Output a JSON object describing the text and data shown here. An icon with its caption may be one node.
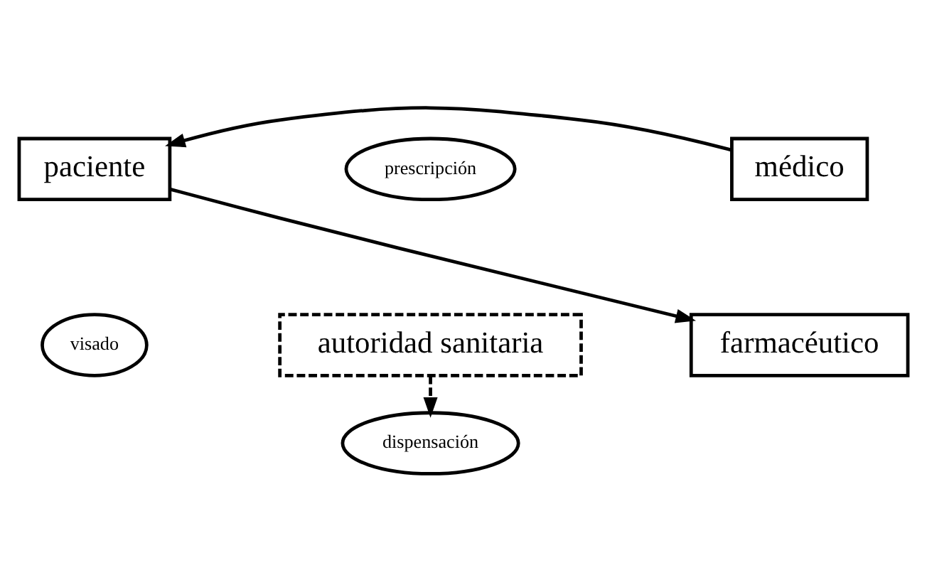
{
  "diagram": {
    "nodes": [
      {
        "text": [
          "médico"
        ]
      },
      {
        "text": [
          "prescripción"
        ]
      },
      {
        "text": [
          "paciente"
        ]
      },
      {
        "text": [
          "dispensación"
        ]
      },
      {
        "text": [
          "visado"
        ]
      },
      {
        "text": [
          "farmacéutico"
        ]
      },
      {
        "text": [
          "autoridad sanitaria"
        ]
      }
    ],
    "edges": [
      {
        "from": 0,
        "to": 2,
        "arrow": "to"
      },
      {
        "from": 2,
        "to": 5,
        "arrow": "to"
      },
      {
        "from": 6,
        "to": 3,
        "arrow": "to",
        "style": "dashed"
      }
    ]
  }
}
